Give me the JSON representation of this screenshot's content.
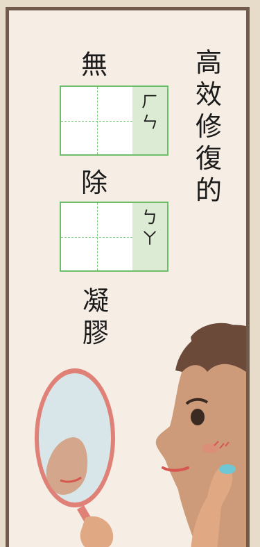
{
  "title": {
    "chars": [
      "高",
      "效",
      "修",
      "復",
      "的"
    ]
  },
  "words": [
    {
      "label": "無",
      "zhuyin": [
        "ㄏ",
        "ㄣ"
      ]
    },
    {
      "label": "除",
      "zhuyin": [
        "ㄅ",
        "ㄚ"
      ]
    },
    {
      "label_chars": [
        "凝",
        "膠"
      ]
    }
  ],
  "colors": {
    "grid": "#6dbd6a",
    "zhuyin_fill": "#dcebd3",
    "frame": "#6f5a4b",
    "paper": "#f6eee5"
  }
}
